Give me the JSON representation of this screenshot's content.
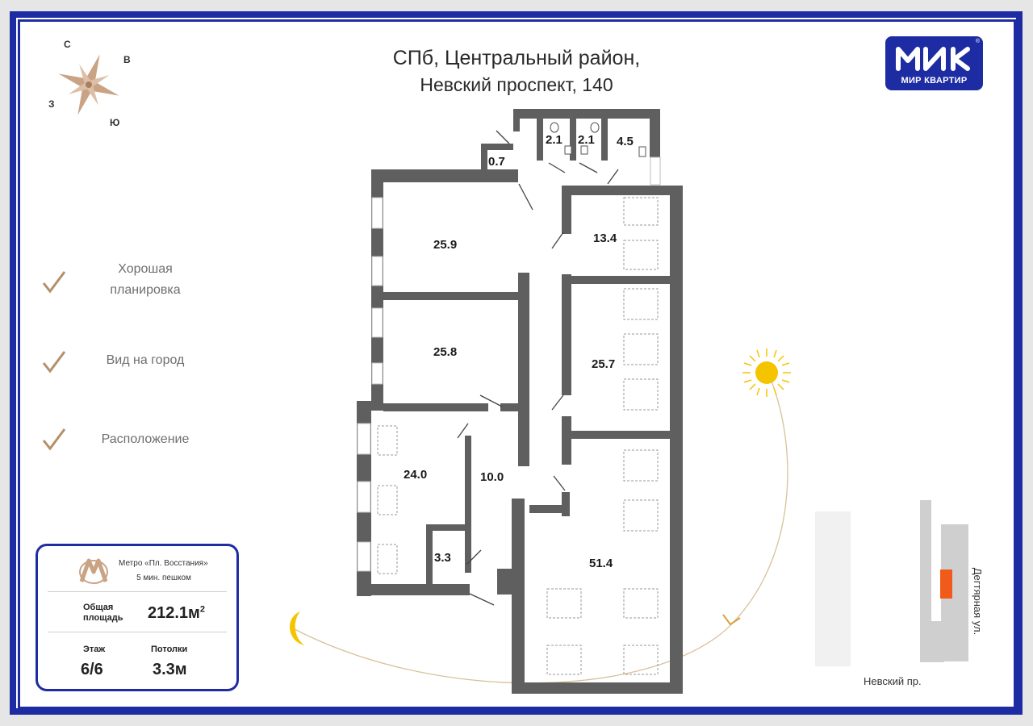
{
  "header": {
    "title_line1": "СПб, Центральный район,",
    "title_line2": "Невский проспект, 140"
  },
  "logo": {
    "text": "МИР КВАРТИР",
    "brand_color": "#1d2ca3"
  },
  "compass": {
    "north": "С",
    "east": "В",
    "south": "Ю",
    "west": "З"
  },
  "features": [
    {
      "label_line1": "Хорошая",
      "label_line2": "планировка"
    },
    {
      "label_line1": "Вид на город",
      "label_line2": ""
    },
    {
      "label_line1": "Расположение",
      "label_line2": ""
    }
  ],
  "info_card": {
    "metro_station": "Метро «Пл. Восстания»",
    "metro_walk": "5 мин. пешком",
    "area_label_line1": "Общая",
    "area_label_line2": "площадь",
    "area_value": "212.1м",
    "area_unit_sup": "2",
    "floor_label": "Этаж",
    "floor_value": "6/6",
    "ceiling_label": "Потолки",
    "ceiling_value": "3.3м"
  },
  "rooms": {
    "r_0_7": "0.7",
    "r_2_1_a": "2.1",
    "r_2_1_b": "2.1",
    "r_4_5": "4.5",
    "r_25_9": "25.9",
    "r_25_8": "25.8",
    "r_13_4": "13.4",
    "r_25_7": "25.7",
    "r_24_0": "24.0",
    "r_10_0": "10.0",
    "r_3_3": "3.3",
    "r_51_4": "51.4"
  },
  "streets": {
    "nevsky": "Невский пр.",
    "degtyarnaya": "Дегтярная ул."
  },
  "colors": {
    "wall": "#5f5f5f",
    "accent_check": "#b58f6a",
    "sun": "#f5c400",
    "highlight_building": "#f05a1a"
  }
}
